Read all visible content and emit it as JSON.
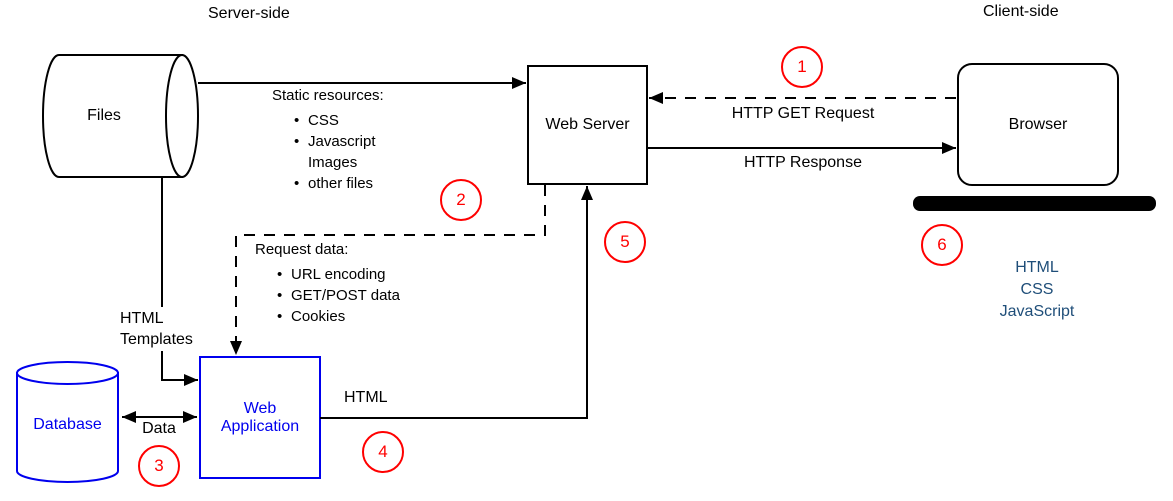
{
  "diagram": {
    "titles": {
      "server_side": "Server-side",
      "client_side": "Client-side"
    },
    "nodes": {
      "files": "Files",
      "web_server": "Web Server",
      "browser": "Browser",
      "database": "Database",
      "web_application": "Web Application"
    },
    "labels": {
      "static_resources_title": "Static resources:",
      "static_resources_items": [
        "CSS",
        "Javascript",
        "Images",
        "other files"
      ],
      "request_data_title": "Request data:",
      "request_data_items": [
        "URL encoding",
        "GET/POST data",
        "Cookies"
      ],
      "http_get_request": "HTTP GET Request",
      "http_response": "HTTP Response",
      "html_templates": "HTML Templates",
      "data": "Data",
      "html": "HTML"
    },
    "client_stack": [
      "HTML",
      "CSS",
      "JavaScript"
    ],
    "steps": [
      "1",
      "2",
      "3",
      "4",
      "5",
      "6"
    ],
    "colors": {
      "line": "#000000",
      "step_badge": "#ff0000",
      "database_accent": "#0000ee",
      "client_stack_text": "#1f4e79"
    }
  }
}
